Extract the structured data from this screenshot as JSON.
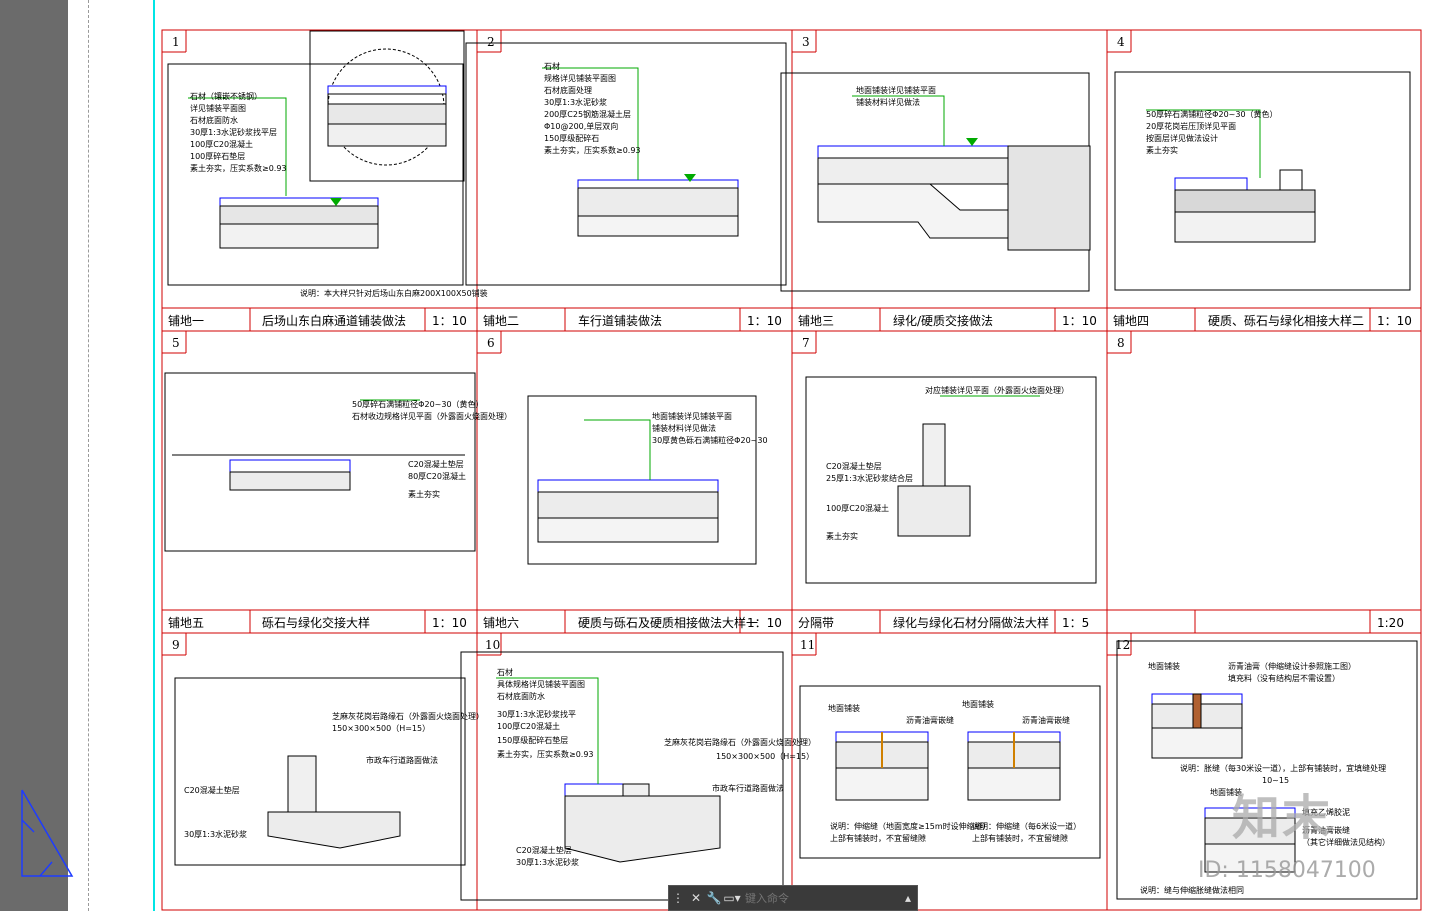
{
  "cells": [
    {
      "number": "1",
      "code": "铺地一",
      "title": "后场山东白麻通道铺装做法",
      "scale": "1：10"
    },
    {
      "number": "2",
      "code": "铺地二",
      "title": "车行道铺装做法",
      "scale": "1：10"
    },
    {
      "number": "3",
      "code": "铺地三",
      "title": "绿化/硬质交接做法",
      "scale": "1：10"
    },
    {
      "number": "4",
      "code": "铺地四",
      "title": "硬质、砾石与绿化相接大样二",
      "scale": "1：10"
    },
    {
      "number": "5",
      "code": "铺地五",
      "title": "砾石与绿化交接大样",
      "scale": "1：10"
    },
    {
      "number": "6",
      "code": "铺地六",
      "title": "硬质与砾石及硬质相接做法大样一",
      "scale": "1：10"
    },
    {
      "number": "7",
      "code": "分隔带",
      "title": "绿化与绿化石材分隔做法大样",
      "scale": "1：5"
    },
    {
      "number": "8",
      "code": "",
      "title": "",
      "scale": "1:20"
    },
    {
      "number": "9",
      "code": "",
      "title": "",
      "scale": ""
    },
    {
      "number": "10",
      "code": "",
      "title": "",
      "scale": ""
    },
    {
      "number": "11",
      "code": "",
      "title": "",
      "scale": ""
    },
    {
      "number": "12",
      "code": "",
      "title": "",
      "scale": ""
    }
  ],
  "detail_notes": {
    "d1": [
      "石材（镶嵌不锈钢）",
      "详见铺装平面图",
      "石材底面防水",
      "30厚1:3水泥砂浆找平层",
      "100厚C20混凝土",
      "100厚碎石垫层",
      "素土夯实，压实系数≥0.93"
    ],
    "d1_note": "说明：本大样只针对后场山东白麻200X100X50铺装",
    "d2": [
      "石材",
      "规格详见铺装平面图",
      "石材底面处理",
      "30厚1:3水泥砂浆",
      "200厚C25钢筋混凝土层",
      "Φ10@200,单层双向",
      "150厚级配碎石",
      "素土夯实，压实系数≥0.93"
    ],
    "d3": [
      "地面铺装详见铺装平面",
      "铺装材料详见做法"
    ],
    "d4": [
      "50厚碎石满铺粒径Φ20~30（黄色）",
      "20厚花岗岩压顶详见平面",
      "按面层详见做法设计",
      "素土夯实"
    ],
    "d5": [
      "50厚碎石满铺粒径Φ20~30（黄色）",
      "石材收边规格详见平面（外露面火烧面处理）",
      "C20混凝土垫层",
      "80厚C20混凝土",
      "素土夯实"
    ],
    "d6": [
      "地面铺装详见铺装平面",
      "铺装材料详见做法",
      "30厚黄色砾石满铺粒径Φ20~30"
    ],
    "d7": [
      "对应铺装详见平面（外露面火烧面处理）",
      "C20混凝土垫层",
      "25厚1:3水泥砂浆结合层",
      "100厚C20混凝土",
      "素土夯实"
    ],
    "d9": [
      "芝麻灰花岗岩路缘石（外露面火烧面处理）",
      "150×300×500（H=15）",
      "C20混凝土垫层",
      "30厚1:3水泥砂浆",
      "市政车行道路面做法"
    ],
    "d10": [
      "石材",
      "具体规格详见铺装平面图",
      "石材底面防水",
      "30厚1:3水泥砂浆找平",
      "100厚C20混凝土",
      "150厚级配碎石垫层",
      "素土夯实，压实系数≥0.93",
      "芝麻灰花岗岩路缘石（外露面火烧面处理）",
      "150×300×500（H=15）",
      "市政车行道路面做法",
      "C20混凝土垫层",
      "30厚1:3水泥砂浆"
    ],
    "d11": [
      "地面铺装",
      "沥青油膏嵌缝",
      "地面铺装",
      "沥青油膏嵌缝",
      "说明：伸缩缝（地面宽度≥15m时设伸缩缝）",
      "上部有铺装时，不宜留缝隙",
      "说明：伸缩缝（每6米设一道）",
      "上部有铺装时，不宜留缝隙"
    ],
    "d12": [
      "地面铺装",
      "沥青油膏（伸缩缝设计参照施工图）",
      "填充料（没有结构层不需设置）",
      "说明：胀缝（每30米设一道），上部有铺装时，宜填缝处理",
      "10~15",
      "地面铺装",
      "填充乙烯胶泥",
      "沥青油膏嵌缝",
      "（其它详细做法见结构）",
      "说明：缝与伸缩胀缝做法相同"
    ]
  },
  "command_bar": {
    "placeholder": "键入命令"
  },
  "watermark": {
    "logo": "知末",
    "id": "ID: 1158047100"
  },
  "colors": {
    "frame": "#d00000",
    "leader": "#00aa00",
    "callout": "#0000c0",
    "hatch": "#0000ff",
    "accent": "#00e5e5"
  }
}
